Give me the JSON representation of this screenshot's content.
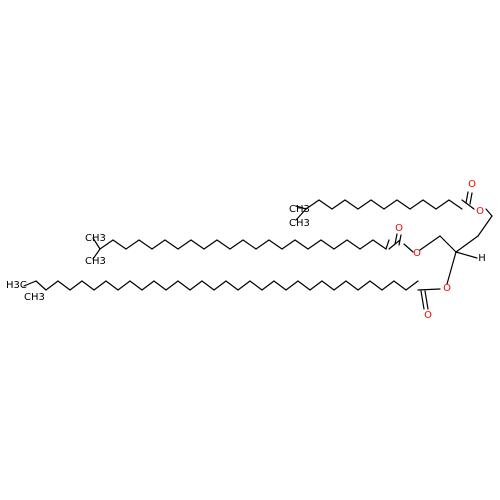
{
  "colors": {
    "bond": "#000000",
    "oxygen": "#ff0000",
    "carbon": "#000000"
  },
  "atoms": {
    "top_ester_O": "O",
    "top_carbonyl_O": "O",
    "mid_ester_O": "O",
    "mid_carbonyl_O": "O",
    "bottom_ester_O": "O",
    "bottom_carbonyl_O": "O",
    "stereo_H": "H"
  },
  "end_groups": {
    "top_chain_methyl_a": "CH3",
    "top_chain_methyl_b": "CH3",
    "mid_chain_methyl_a": "CH3",
    "mid_chain_methyl_b": "CH3",
    "bottom_chain_ethyl": "H3C",
    "bottom_chain_methyl": "CH3"
  }
}
